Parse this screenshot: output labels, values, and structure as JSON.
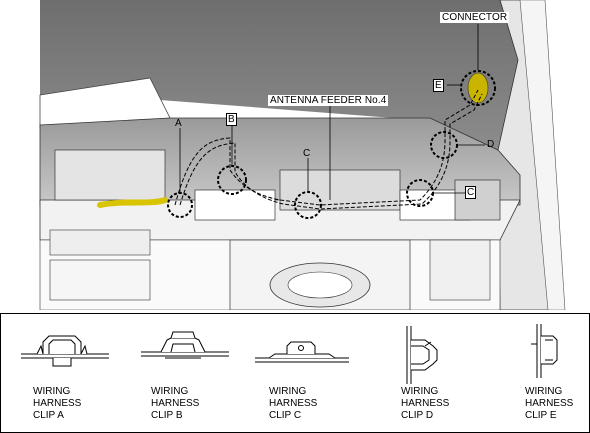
{
  "callouts": {
    "connector": "CONNECTOR",
    "antenna_feeder": "ANTENNA FEEDER No.4",
    "letters": {
      "a": "A",
      "b": "B",
      "c_center": "C",
      "c_right": "C",
      "d": "D",
      "e": "E"
    }
  },
  "legend": {
    "clips": [
      {
        "line1": "WIRING",
        "line2": "HARNESS",
        "line3": "CLIP A"
      },
      {
        "line1": "WIRING",
        "line2": "HARNESS",
        "line3": "CLIP B"
      },
      {
        "line1": "WIRING",
        "line2": "HARNESS",
        "line3": "CLIP C"
      },
      {
        "line1": "WIRING",
        "line2": "HARNESS",
        "line3": "CLIP D"
      },
      {
        "line1": "WIRING",
        "line2": "HARNESS",
        "line3": "CLIP E"
      }
    ]
  },
  "colors": {
    "harness_highlight": "#d8c400",
    "line": "#000000",
    "panel_shadow": "#7a7a7a"
  }
}
